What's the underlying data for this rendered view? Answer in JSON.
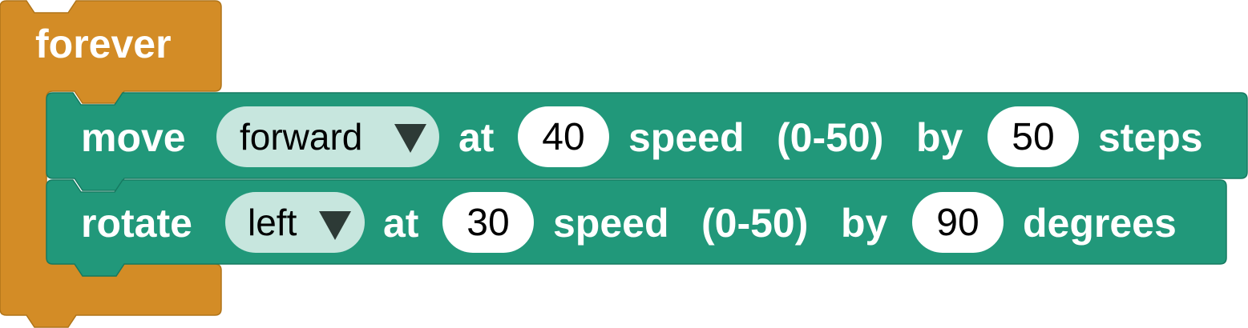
{
  "blocks": {
    "forever": {
      "label": "forever",
      "color": "#d38c26"
    },
    "move": {
      "label": "move",
      "direction": "forward",
      "at": "at",
      "speed_value": "40",
      "speed_label": "speed",
      "range": "(0-50)",
      "by": "by",
      "steps_value": "50",
      "unit": "steps",
      "color": "#21987a"
    },
    "rotate": {
      "label": "rotate",
      "direction": "left",
      "at": "at",
      "speed_value": "30",
      "speed_label": "speed",
      "range": "(0-50)",
      "by": "by",
      "degrees_value": "90",
      "unit": "degrees",
      "color": "#21987a"
    },
    "dropdown_color": "#c7e6de",
    "dropdown_arrow_icon": "triangle-down-icon"
  }
}
